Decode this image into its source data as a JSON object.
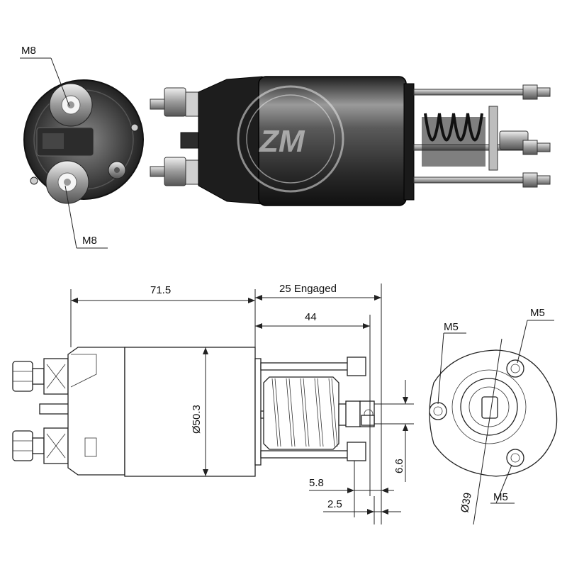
{
  "photo": {
    "end_view_thread_top": "M8",
    "end_view_thread_bottom": "M8",
    "watermark_text": "ZM"
  },
  "drawing": {
    "dim_body_length": "71.5",
    "dim_engaged": "25 Engaged",
    "dim_stroke": "44",
    "dim_diameter_body": "Ø50.3",
    "dim_gap": "6.6",
    "dim_offset_a": "5.8",
    "dim_offset_b": "2.5",
    "dim_diameter_flange": "Ø39",
    "mount_thread_top": "M5",
    "mount_thread_right": "M5",
    "mount_thread_bottom": "M5"
  },
  "colors": {
    "ink": "#222222",
    "photo_metal_dark": "#2b2b2b",
    "photo_metal_mid": "#7a7a7a",
    "photo_metal_light": "#d8d8d8"
  }
}
